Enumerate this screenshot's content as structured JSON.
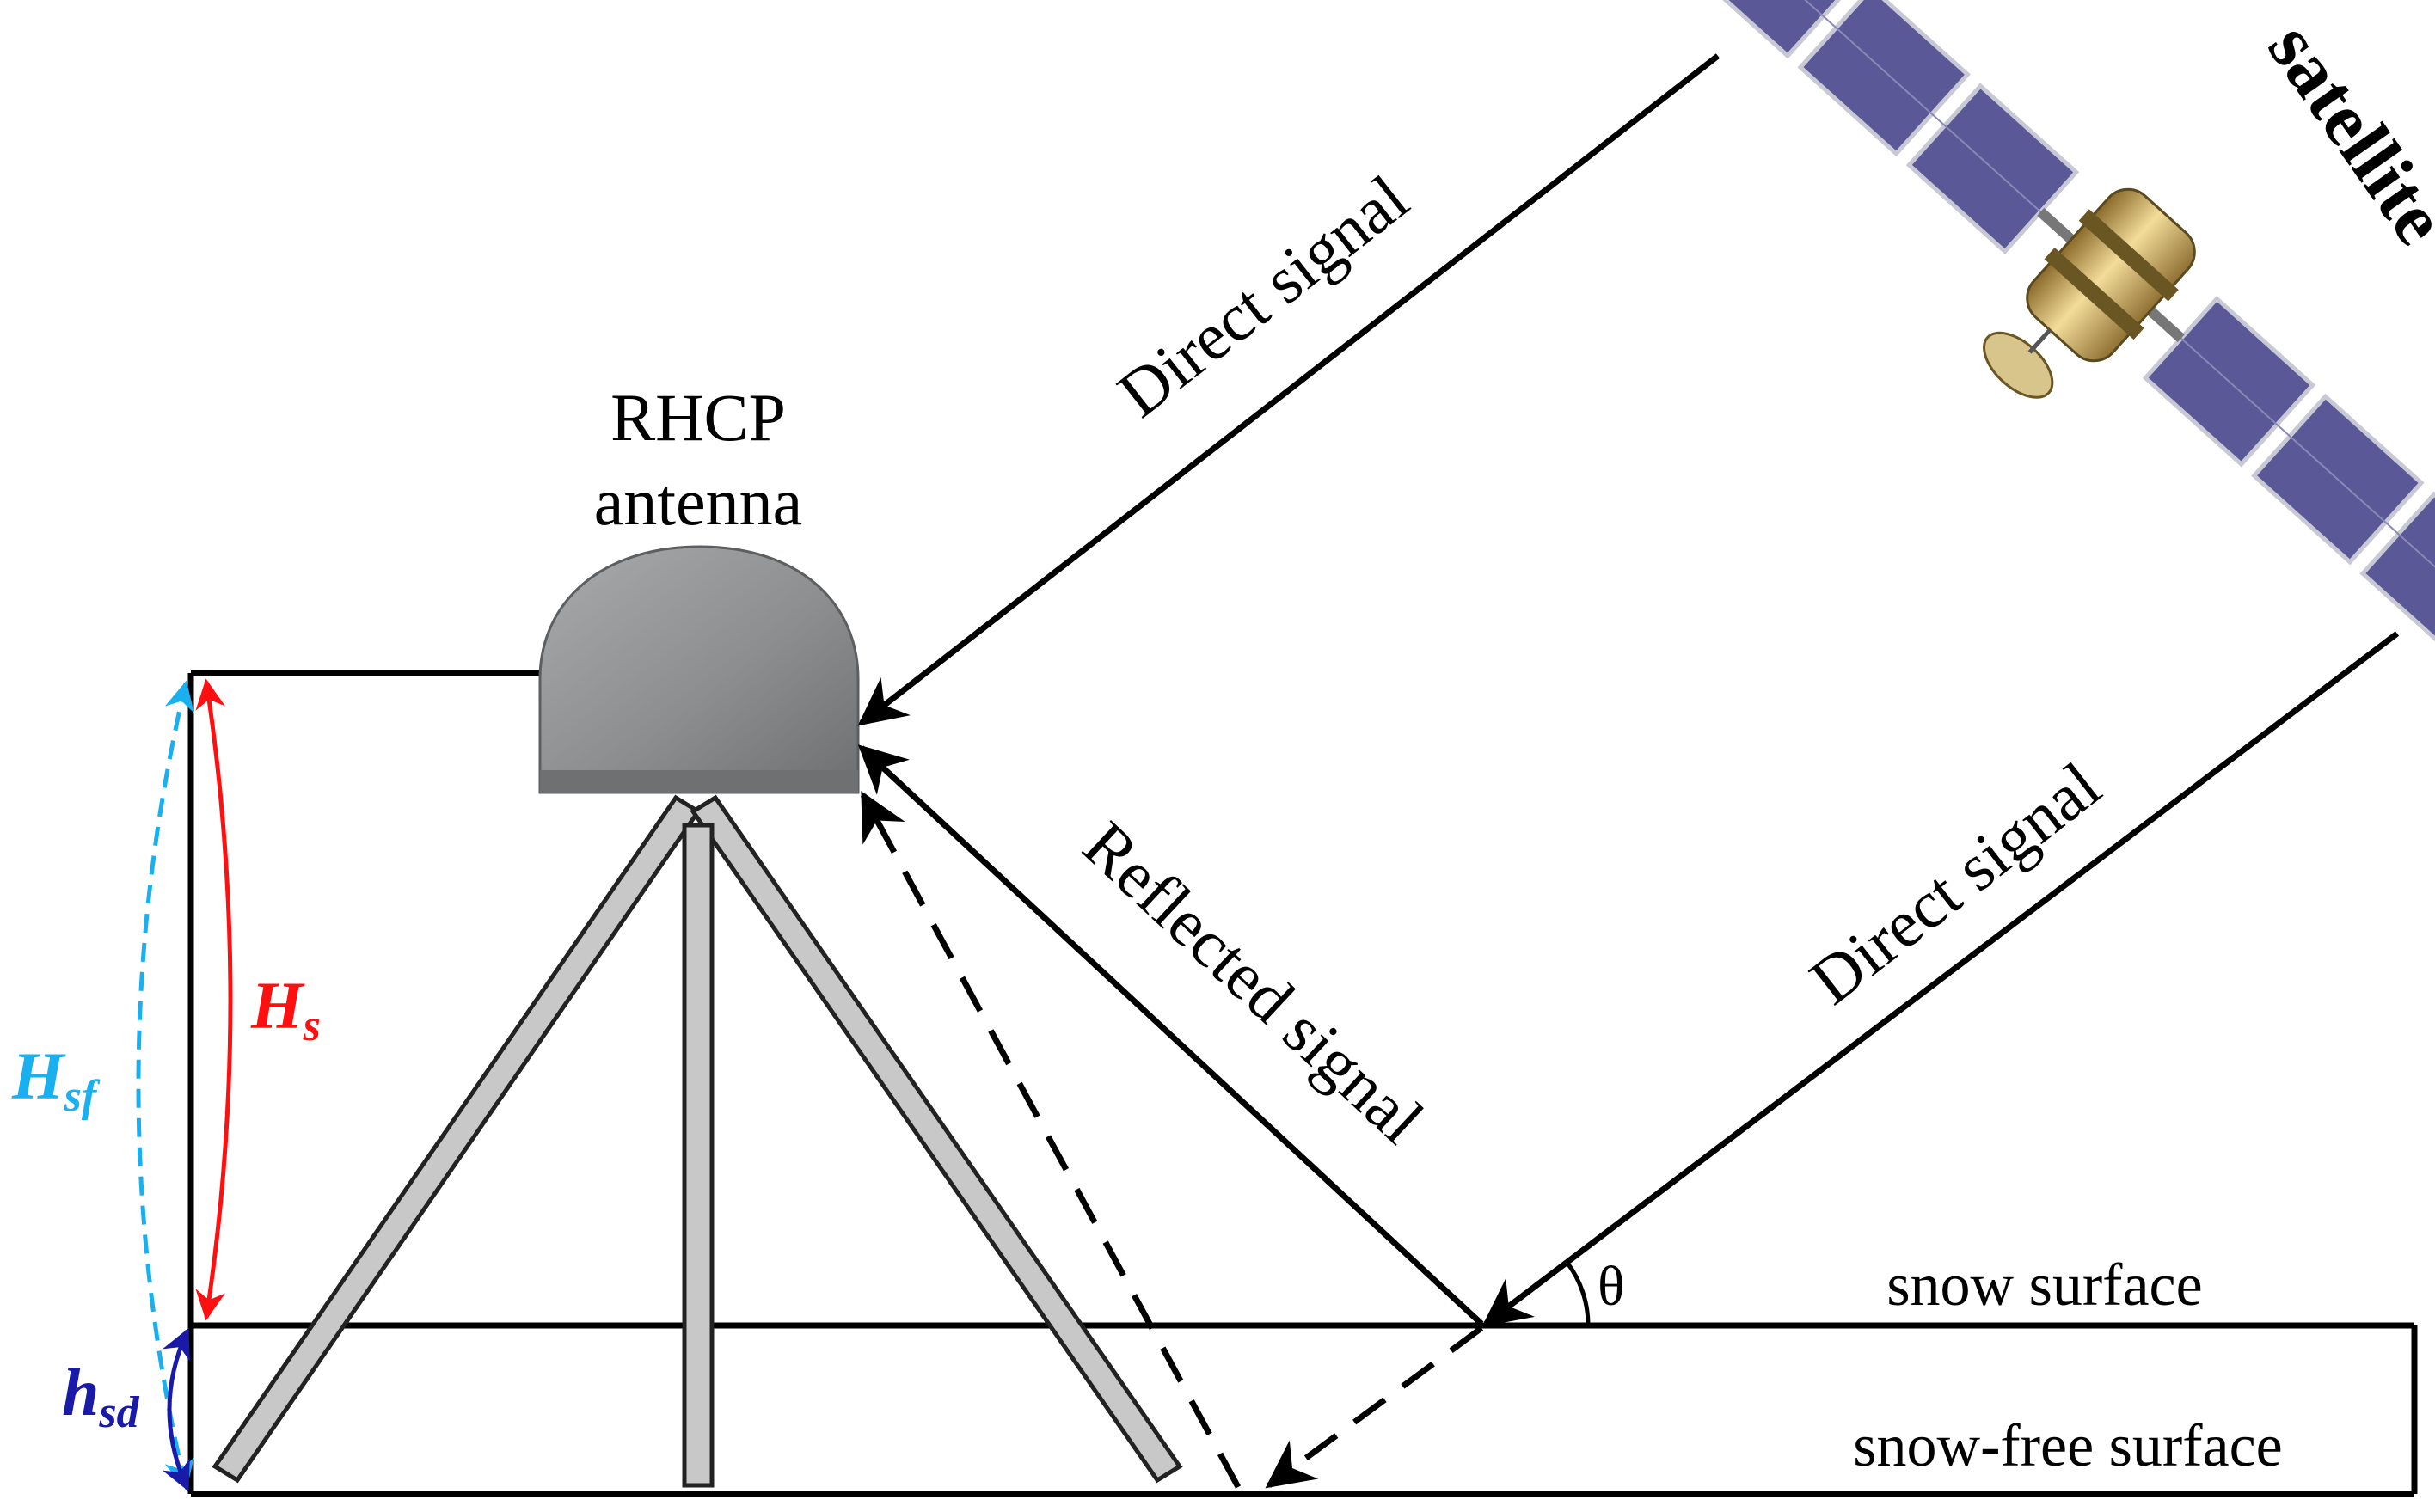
{
  "labels": {
    "antenna_line1": "RHCP",
    "antenna_line2": "antenna",
    "satellite": "satellite",
    "direct_signal_upper": "Direct signal",
    "direct_signal_lower": "Direct signal",
    "reflected_signal": "Reflected signal",
    "theta": "θ",
    "snow_surface": "snow surface",
    "snow_free_surface": "snow-free surface",
    "H_s_main": "H",
    "H_s_sub": "s",
    "H_sf_main": "H",
    "H_sf_sub": "sf",
    "h_sd_main": "h",
    "h_sd_sub": "sd"
  },
  "colors": {
    "lines": "#000000",
    "H_s": "#ff1010",
    "H_sf": "#1ab0f0",
    "h_sd": "#1a1aa8",
    "tripod": "#c8c8c8",
    "antenna": "#8e9092",
    "solar_panel": "#5a5896",
    "satellite_body": "#c9a35a"
  },
  "icons": {
    "antenna": "antenna-dome-icon",
    "satellite": "satellite-icon",
    "tripod": "tripod-icon"
  }
}
